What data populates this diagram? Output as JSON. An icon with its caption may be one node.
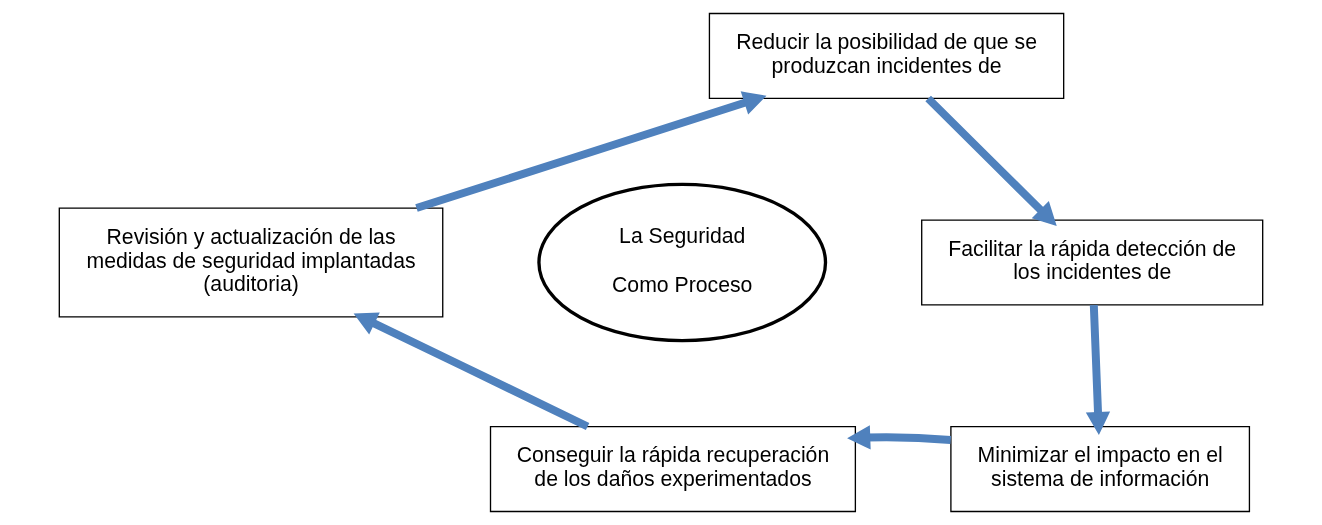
{
  "diagram": {
    "nodes": [
      {
        "text": [
          "Reducir la posibilidad de que se produzcan incidentes de"
        ]
      },
      {
        "text": [
          "Facilitar la rápida detección de los incidentes de"
        ]
      },
      {
        "text": [
          "Minimizar el impacto en el sistema de información"
        ]
      },
      {
        "text": [
          "Conseguir la rápida recuperación de los daños experimentados"
        ]
      },
      {
        "text": [
          "Revisión y actualización de las medidas de seguridad implantadas (auditoria)"
        ]
      },
      {
        "text": [
          "La Seguridad",
          "Como Proceso"
        ]
      }
    ],
    "edges": [
      {
        "from": 4,
        "to": 0,
        "arrow": "to"
      },
      {
        "from": 0,
        "to": 1,
        "arrow": "to"
      },
      {
        "from": 1,
        "to": 2,
        "arrow": "to"
      },
      {
        "from": 2,
        "to": 3,
        "arrow": "to"
      },
      {
        "from": 3,
        "to": 4,
        "arrow": "to"
      }
    ]
  }
}
